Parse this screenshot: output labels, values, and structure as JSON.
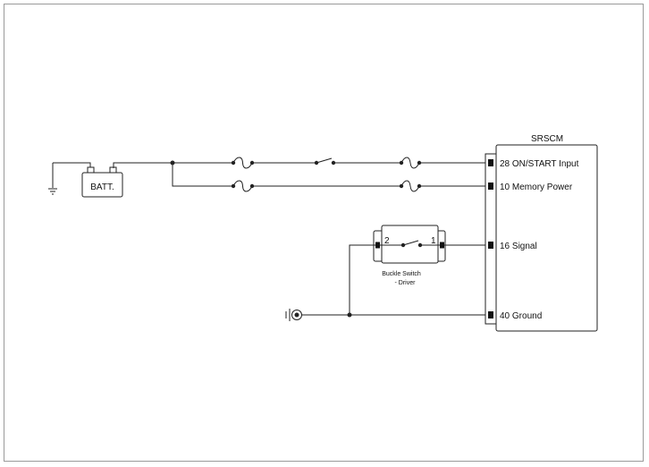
{
  "module": {
    "name": "SRSCM",
    "pins": [
      {
        "number": "28",
        "label": "ON/START Input"
      },
      {
        "number": "10",
        "label": "Memory Power"
      },
      {
        "number": "16",
        "label": "Signal"
      },
      {
        "number": "40",
        "label": "Ground"
      }
    ]
  },
  "battery": {
    "label": "BATT."
  },
  "buckle_switch": {
    "label_line1": "Buckle Switch",
    "label_line2": "- Driver",
    "pin_left": "2",
    "pin_right": "1"
  }
}
